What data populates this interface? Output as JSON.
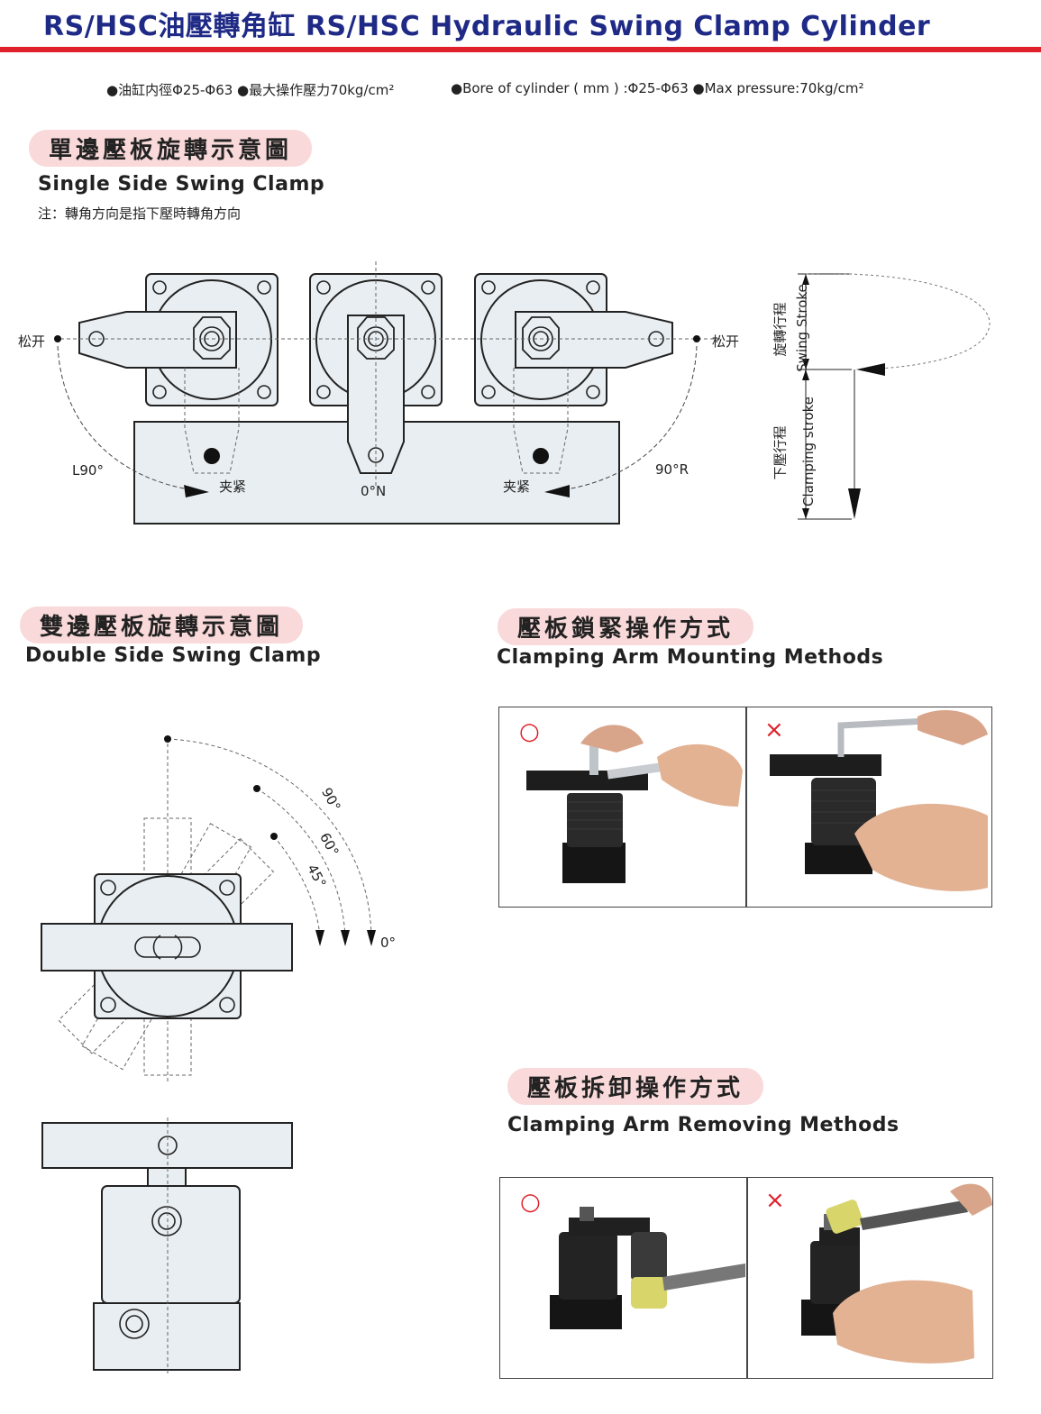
{
  "header": {
    "title": "RS/HSC油壓轉角缸 RS/HSC Hydraulic Swing Clamp Cylinder",
    "spec_cn": "●油缸内徑Φ25-Φ63 ●最大操作壓力70kg/cm²",
    "spec_en": "●Bore of cylinder ( mm ) :Φ25-Φ63 ●Max pressure:70kg/cm²"
  },
  "single_side": {
    "title_cn": "單邊壓板旋轉示意圖",
    "title_en": "Single Side Swing Clamp",
    "note": "注：轉角方向是指下壓時轉角方向",
    "label_release_left": "松开",
    "label_release_right": "松开",
    "label_l90": "L90°",
    "label_clamp_left": "夹紧",
    "label_0n": "0°N",
    "label_clamp_right": "夹紧",
    "label_90r": "90°R",
    "swing_stroke_cn": "旋轉行程",
    "swing_stroke_en": "Swing Stroke",
    "clamping_stroke_cn": "下壓行程",
    "clamping_stroke_en": "Clamping stroke"
  },
  "double_side": {
    "title_cn": "雙邊壓板旋轉示意圖",
    "title_en": "Double Side Swing Clamp",
    "angle_90": "90°",
    "angle_60": "60°",
    "angle_45": "45°",
    "angle_0": "0°"
  },
  "mounting": {
    "title_cn": "壓板鎖緊操作方式",
    "title_en": "Clamping Arm Mounting Methods",
    "correct_mark": "○",
    "wrong_mark": "×"
  },
  "removing": {
    "title_cn": "壓板拆卸操作方式",
    "title_en": "Clamping Arm Removing Methods",
    "correct_mark": "○",
    "wrong_mark": "×"
  },
  "colors": {
    "title_blue": "#1f2a86",
    "accent_red": "#e0202a",
    "pill_pink": "#f9d9d9",
    "part_fill": "#e8eef2"
  }
}
